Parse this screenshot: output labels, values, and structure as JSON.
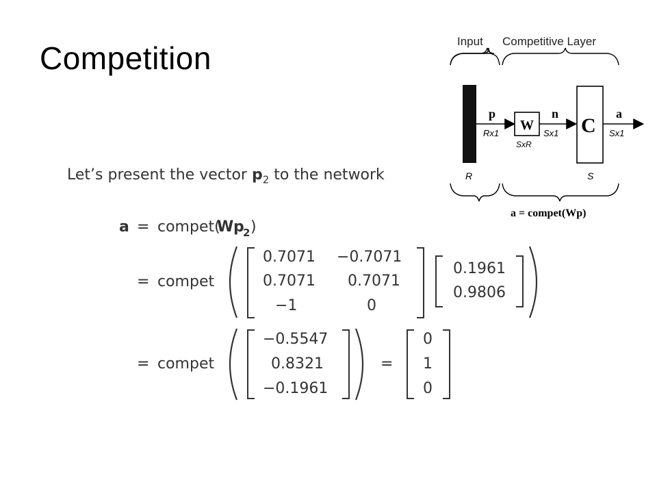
{
  "slide": {
    "title": "Competition"
  },
  "intro": {
    "text": "Let’s present the vector",
    "vector_symbol": "p",
    "vector_subscript": "2",
    "text_after": "to the network"
  },
  "diagram": {
    "input_label": "Input",
    "layer_label": "Competitive Layer",
    "signal_p": "p",
    "dim_p": "Rx1",
    "weight": "W",
    "dim_w": "SxR",
    "signal_n": "n",
    "dim_n": "Sx1",
    "transfer": "C",
    "signal_a": "a",
    "dim_a": "Sx1",
    "input_size": "R",
    "layer_size": "S",
    "equation": "a = compet(Wp)"
  },
  "equations": {
    "line1_lhs": "a",
    "line1_eq": "=",
    "line1_func": "compet(",
    "line1_w": "W",
    "line1_p": "p",
    "line1_sub": "2",
    "line1_close": ")",
    "eq": "=",
    "func": "compet",
    "weight_matrix": [
      [
        "0.7071",
        "−0.7071"
      ],
      [
        "0.7071",
        "0.7071"
      ],
      [
        "−1",
        "0"
      ]
    ],
    "input_vector": [
      "0.1961",
      "0.9806"
    ],
    "net_input": [
      "−0.5547",
      "0.8321",
      "−0.1961"
    ],
    "output": [
      "0",
      "1",
      "0"
    ]
  }
}
